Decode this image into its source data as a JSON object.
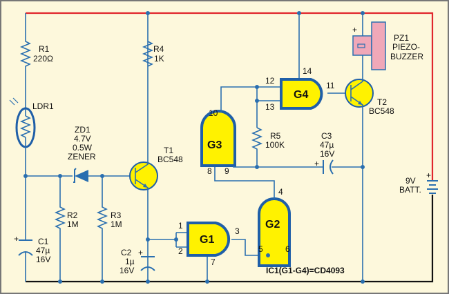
{
  "components": {
    "r1": {
      "ref": "R1",
      "value": "220Ω"
    },
    "r2": {
      "ref": "R2",
      "value": "1M"
    },
    "r3": {
      "ref": "R3",
      "value": "1M"
    },
    "r4": {
      "ref": "R4",
      "value": "1K"
    },
    "r5": {
      "ref": "R5",
      "value": "100K"
    },
    "ldr1": {
      "ref": "LDR1"
    },
    "zd1": {
      "ref": "ZD1",
      "voltage": "4.7V",
      "power": "0.5W",
      "type": "ZENER"
    },
    "t1": {
      "ref": "T1",
      "part": "BC548"
    },
    "t2": {
      "ref": "T2",
      "part": "BC548"
    },
    "c1": {
      "ref": "C1",
      "value": "47µ",
      "voltage": "16V"
    },
    "c2": {
      "ref": "C2",
      "value": "1µ",
      "voltage": "16V"
    },
    "c3": {
      "ref": "C3",
      "value": "47µ",
      "voltage": "16V"
    },
    "pz1": {
      "ref": "PZ1",
      "line1": "PIEZO-",
      "line2": "BUZZER"
    },
    "batt": {
      "value": "9V",
      "label": "BATT."
    },
    "ic": {
      "note": "IC1(G1-G4)=CD4093"
    }
  },
  "gates": {
    "g1": {
      "name": "G1",
      "pins": [
        "1",
        "2",
        "3",
        "7"
      ]
    },
    "g2": {
      "name": "G2",
      "pins": [
        "4",
        "5",
        "6"
      ]
    },
    "g3": {
      "name": "G3",
      "pins": [
        "10",
        "8",
        "9"
      ]
    },
    "g4": {
      "name": "G4",
      "pins": [
        "12",
        "13",
        "11",
        "14"
      ]
    }
  },
  "plus": "+",
  "colors": {
    "wire": "#2a6fb0",
    "supply": "#e0262c",
    "ground": "#111111",
    "gate_fill": "#fff200",
    "piezo": "#f0a8b8",
    "background": "#fdf8dc"
  }
}
